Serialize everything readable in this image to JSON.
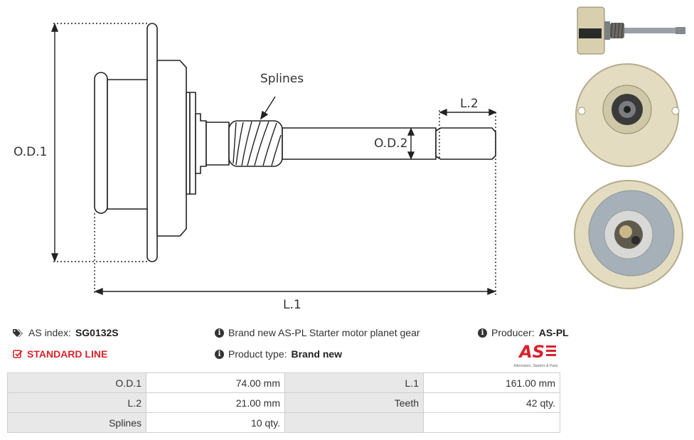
{
  "drawing": {
    "labels": {
      "od1": "O.D.1",
      "od2": "O.D.2",
      "l1": "L.1",
      "l2": "L.2",
      "splines": "Splines"
    }
  },
  "info": {
    "as_index_label": "AS index:",
    "as_index_value": "SG0132S",
    "standard_line": "STANDARD LINE",
    "description": "Brand new AS-PL Starter motor planet gear",
    "product_type_label": "Product type:",
    "product_type_value": "Brand new",
    "producer_label": "Producer:",
    "producer_value": "AS-PL"
  },
  "logo": {
    "mark": "AS",
    "tagline": "Alternators, Starters & Parts"
  },
  "specs": {
    "rows": [
      [
        {
          "k": "O.D.1",
          "v": "74.00 mm"
        },
        {
          "k": "L.1",
          "v": "161.00 mm"
        }
      ],
      [
        {
          "k": "L.2",
          "v": "21.00 mm"
        },
        {
          "k": "Teeth",
          "v": "42 qty."
        }
      ],
      [
        {
          "k": "Splines",
          "v": "10 qty."
        },
        {
          "k": "",
          "v": ""
        }
      ]
    ]
  },
  "colors": {
    "accent_red": "#d9232d",
    "table_key_bg": "#e8e8e8",
    "part_plastic": "#e3dcc0",
    "metal": "#9aa0a6"
  },
  "icons": [
    "tags-icon",
    "check-square-icon",
    "info-circle-icon"
  ]
}
